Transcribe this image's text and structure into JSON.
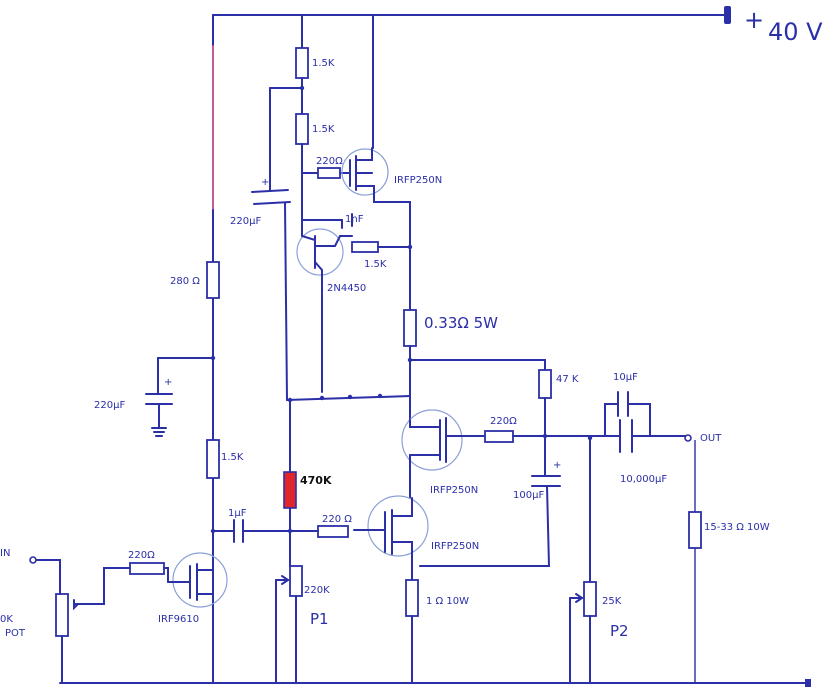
{
  "supply": {
    "plus_sign": "+",
    "voltage": "40 V"
  },
  "resistors": {
    "r_top_1": "1.5K",
    "r_top_2": "1.5K",
    "r_gate_hi": "220Ω",
    "r_vbe": "1.5K",
    "r_280": "280 Ω",
    "r_bias_1k5": "1.5K",
    "r_470k": "470K",
    "r_emit": "0.33Ω 5W",
    "r_47k": "47 K",
    "r_gate_mid": "220Ω",
    "r_gate_low": "220 Ω",
    "r_gate_in": "220Ω",
    "r_1ohm": "1 Ω 10W",
    "r_load": "15-33 Ω  10W"
  },
  "capacitors": {
    "c_bootstrap": "220μF",
    "c_plus_bootstrap": "+",
    "c_1nf": "1nF",
    "c_supply_filter": "220μF",
    "c_plus_filter": "+",
    "c_coupling": "1μF",
    "c_100uf": "100μF",
    "c_plus_100": "+",
    "c_out_top": "10μF",
    "c_out_bottom": "10,000μF"
  },
  "semis": {
    "q_upper": "IRFP250N",
    "q_vbe": "2N4450",
    "q_mid": "IRFP250N",
    "q_low": "IRFP250N",
    "q_input": "IRF9610"
  },
  "pots": {
    "p1_value": "220K",
    "p1_name": "P1",
    "p2_value": "25K",
    "p2_name": "P2",
    "in_pot_value": "0K",
    "in_pot_label": "POT"
  },
  "terminals": {
    "input": "IN",
    "output": "OUT"
  }
}
